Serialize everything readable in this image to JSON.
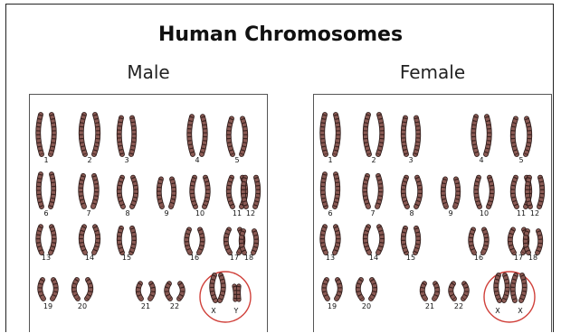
{
  "title": "Human Chromosomes",
  "male": {
    "heading": "Male",
    "rows": [
      [
        "1",
        "2",
        "3",
        "4",
        "5"
      ],
      [
        "6",
        "7",
        "8",
        "9",
        "10",
        "11",
        "12"
      ],
      [
        "13",
        "14",
        "15",
        "16",
        "17",
        "18"
      ],
      [
        "19",
        "20",
        "21",
        "22"
      ]
    ],
    "sex_labels": [
      "X",
      "Y"
    ]
  },
  "female": {
    "heading": "Female",
    "rows": [
      [
        "1",
        "2",
        "3",
        "4",
        "5"
      ],
      [
        "6",
        "7",
        "8",
        "9",
        "10",
        "11",
        "12"
      ],
      [
        "13",
        "14",
        "15",
        "16",
        "17",
        "18"
      ],
      [
        "19",
        "20",
        "21",
        "22"
      ]
    ],
    "sex_labels": [
      "X",
      "X"
    ]
  },
  "colors": {
    "chromosome_fill": "#8a5a54",
    "chromosome_band": "#3a2320",
    "chromosome_outline": "#2a1816",
    "sex_circle": "#d0403a"
  }
}
